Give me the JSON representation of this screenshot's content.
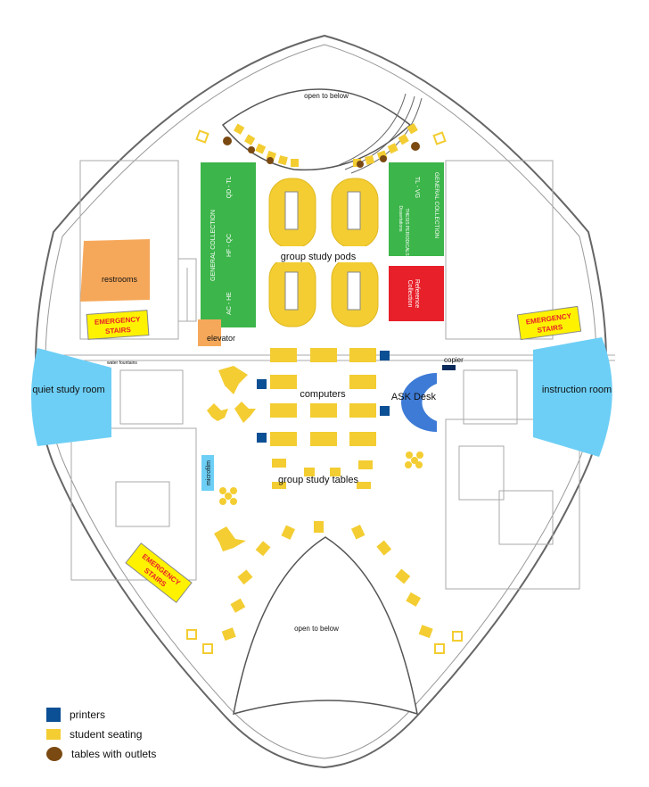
{
  "map": {
    "open_top": "open to below",
    "open_bottom": "open to below",
    "gc_left": {
      "title": "GENERAL COLLECTION",
      "ranges": [
        "QD - TL",
        "HF - QC",
        "AC - HE"
      ]
    },
    "gc_right": {
      "title": "GENERAL COLLECTION",
      "range": "TL - VG",
      "sub1": "THESIS PERIODICALS",
      "sub2": "Dissertations"
    },
    "reference": {
      "line1": "Reference",
      "line2": "Collection"
    },
    "group_study_pods": "group study pods",
    "restrooms": "restrooms",
    "elevator": "elevator",
    "water_fountains": "water fountains",
    "copier": "copier",
    "emergency_stairs_left": {
      "line1": "EMERGENCY",
      "line2": "STAIRS"
    },
    "emergency_stairs_right": {
      "line1": "EMERGENCY",
      "line2": "STAIRS"
    },
    "emergency_stairs_bottom": {
      "line1": "EMERGENCY",
      "line2": "STAIRS"
    },
    "quiet_study_room": "quiet study room",
    "instruction_room": "instruction room",
    "computers": "computers",
    "ask_desk": "ASK Desk",
    "microfilm": "microfilm",
    "group_study_tables": "group study tables"
  },
  "colors": {
    "green": "#3cb54a",
    "red": "#e8202a",
    "orange": "#f6a85a",
    "blue_room": "#6dcff6",
    "seat_yellow": "#f3cd32",
    "printer_blue": "#0b4f94",
    "outlet_brown": "#7a4a12",
    "ask_desk_blue": "#3d7bd6",
    "stairs_yellow": "#fff200",
    "stairs_text": "#e8202a"
  },
  "legend": {
    "printers": "printers",
    "student_seating": "student seating",
    "tables_with_outlets": "tables with outlets"
  }
}
